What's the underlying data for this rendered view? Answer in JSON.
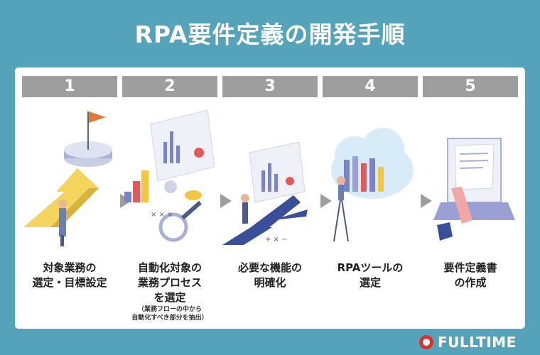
{
  "title": "RPA要件定義の開発手順",
  "steps": [
    {
      "number": "1",
      "lines": [
        "対象業務の",
        "選定・目標設定"
      ],
      "note": []
    },
    {
      "number": "2",
      "lines": [
        "自動化対象の",
        "業務プロセス",
        "を選定"
      ],
      "note": [
        "（業務フローの中から",
        "自動化すべき部分を抽出）"
      ]
    },
    {
      "number": "3",
      "lines": [
        "必要な機能の",
        "明確化"
      ],
      "note": []
    },
    {
      "number": "4",
      "lines": [
        "RPAツールの",
        "選定"
      ],
      "note": []
    },
    {
      "number": "5",
      "lines": [
        "要件定義書",
        "の作成"
      ],
      "note": []
    }
  ],
  "brand": {
    "name": "FULLTIME"
  },
  "colors": {
    "background": "#55a3bb",
    "panel": "#ffffff",
    "step_header": "#9e9e9e",
    "logo_red": "#d9322a"
  }
}
